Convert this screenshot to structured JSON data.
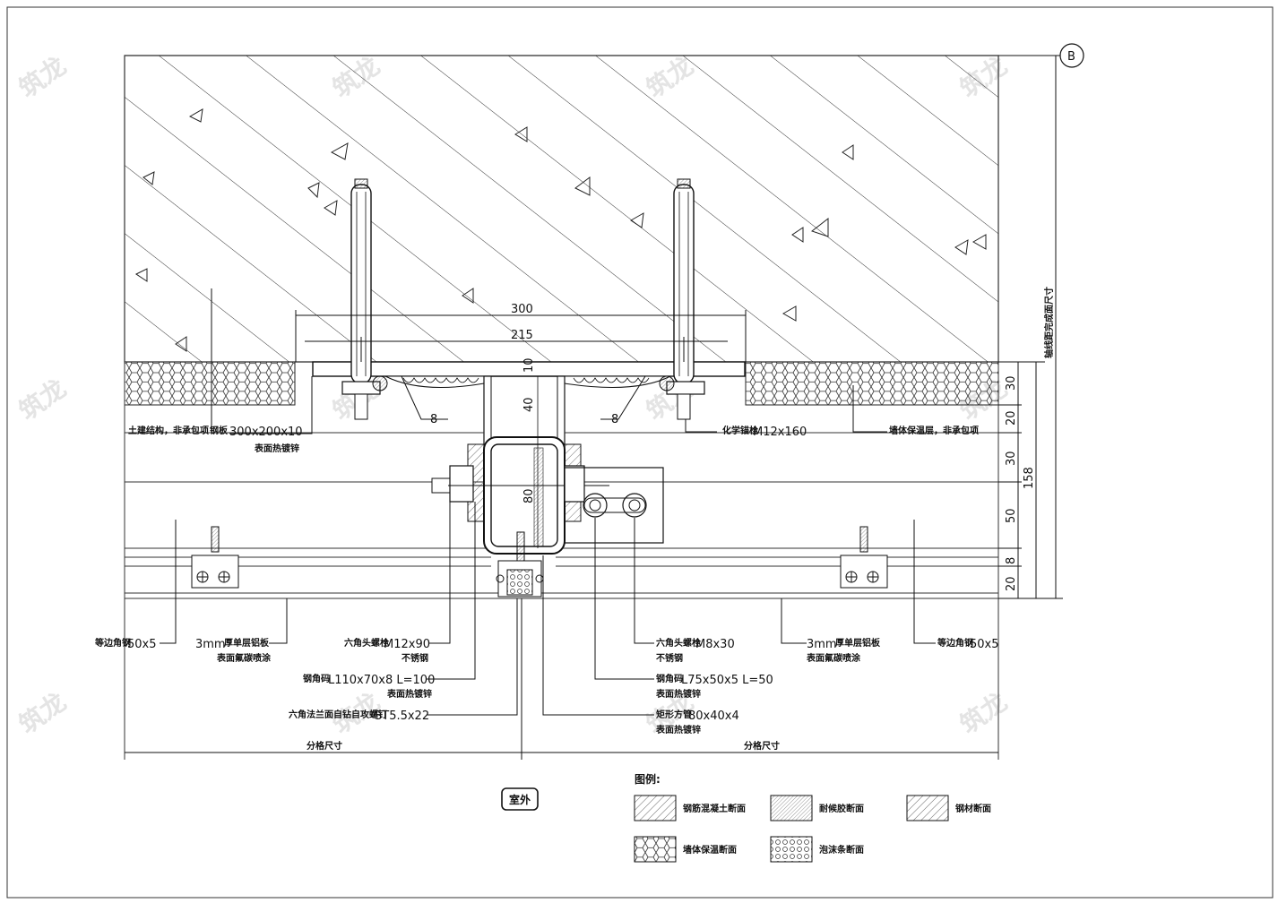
{
  "axis_marker": "B",
  "dimensions": {
    "d300": "300",
    "d215": "215",
    "d10": "10",
    "d40": "40",
    "d80": "80",
    "weld_left": "8",
    "weld_right": "8",
    "right_30a": "30",
    "right_20a": "20",
    "right_30b": "30",
    "right_50": "50",
    "right_8": "8",
    "right_20b": "20",
    "right_158": "158",
    "right_vertical": "轴线距完成面尺寸",
    "bottom_left": "分格尺寸",
    "bottom_right": "分格尺寸"
  },
  "callouts": {
    "civil": "土建结构，非承包项",
    "plate_pre": "钢板",
    "plate_val": "300x200x10",
    "plate_note": "表面热镀锌",
    "anchor_pre": "化学锚栓",
    "anchor_val": "M12x160",
    "insul": "墙体保温层，非承包项",
    "angle_l_pre": "等边角钢",
    "angle_l_val": "50x5",
    "alu_l_val": "3mm",
    "alu_l_pre": "厚单层铝板",
    "alu_l_note": "表面氟碳喷涂",
    "bolt12_pre": "六角头螺栓",
    "bolt12_val": "M12x90",
    "bolt12_note": "不锈钢",
    "code1_pre": "钢角码",
    "code1_val": "L110x70x8 L=100",
    "code1_note": "表面热镀锌",
    "screw_pre": "六角法兰面自钻自攻螺钉",
    "screw_val": "ST5.5x22",
    "bolt8_pre": "六角头螺栓",
    "bolt8_val": "M8x30",
    "bolt8_note": "不锈钢",
    "code2_pre": "钢角码",
    "code2_val": "L75x50x5 L=50",
    "code2_note": "表面热镀锌",
    "tube_pre": "矩形方管",
    "tube_val": "80x40x4",
    "tube_note": "表面热镀锌",
    "alu_r_val": "3mm",
    "alu_r_pre": "厚单层铝板",
    "alu_r_note": "表面氟碳喷涂",
    "angle_r_pre": "等边角钢",
    "angle_r_val": "50x5"
  },
  "outdoor": "室外",
  "legend": {
    "title": "图例:",
    "items": [
      {
        "label": "钢筋混凝土断面"
      },
      {
        "label": "耐候胶断面"
      },
      {
        "label": "钢材断面"
      },
      {
        "label": "墙体保温断面"
      },
      {
        "label": "泡沫条断面"
      }
    ]
  },
  "watermark": "筑龙"
}
